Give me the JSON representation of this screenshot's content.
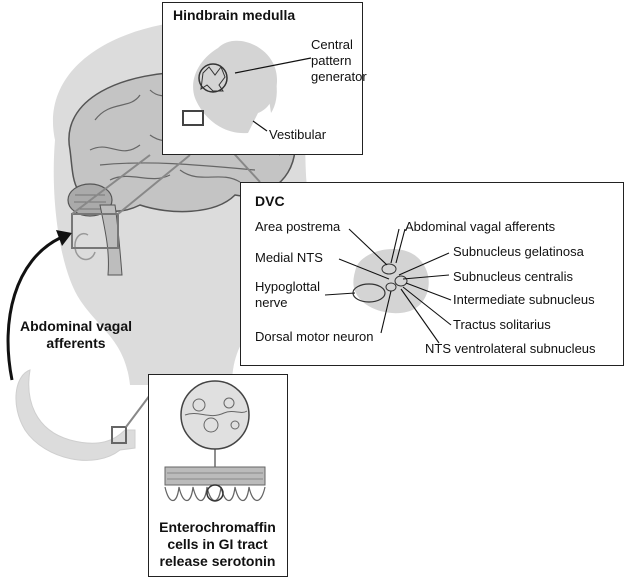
{
  "hindbrain": {
    "title": "Hindbrain medulla",
    "labels": {
      "central_pattern_generator": "Central\npattern\ngenerator",
      "vestibular": "Vestibular"
    }
  },
  "dvc": {
    "title": "DVC",
    "labels": {
      "area_postrema": "Area postrema",
      "abdominal_vagal_afferents": "Abdominal vagal afferents",
      "medial_nts": "Medial NTS",
      "subnucleus_gelatinosa": "Subnucleus gelatinosa",
      "subnucleus_centralis": "Subnucleus centralis",
      "hypoglottal_nerve": "Hypoglottal\nnerve",
      "intermediate_subnucleus": "Intermediate subnucleus",
      "tractus_solitarius": "Tractus solitarius",
      "dorsal_motor_neuron": "Dorsal motor neuron",
      "nts_ventrolateral": "NTS ventrolateral subnucleus"
    }
  },
  "arrow_label": "Abdominal vagal\nafferents",
  "gut": {
    "caption": "Enterochromaffin\ncells in GI tract\nrelease serotonin"
  },
  "colors": {
    "head_fill": "#dcdcdc",
    "brain_fill": "#c4c4c4",
    "line": "#222222",
    "connector": "#888888"
  }
}
